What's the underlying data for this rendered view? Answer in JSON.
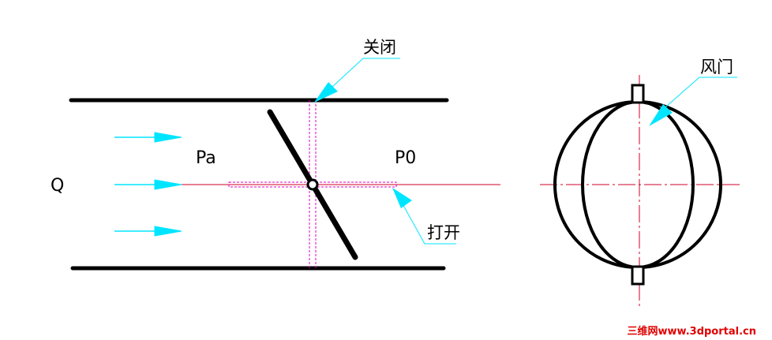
{
  "labels": {
    "flow": "Q",
    "upstream_pressure": "Pa",
    "downstream_pressure": "P0",
    "closed": "关闭",
    "open": "打开",
    "damper": "风门"
  },
  "watermark": "三维网www.3dportal.cn",
  "colors": {
    "outline": "#000000",
    "arrow": "#00e5ff",
    "centerline": "#d0002a",
    "hidden_line": "#e000c0",
    "watermark": "#e00000",
    "background": "#ffffff"
  },
  "icons": [
    "flow-arrow",
    "leader-arrow"
  ]
}
